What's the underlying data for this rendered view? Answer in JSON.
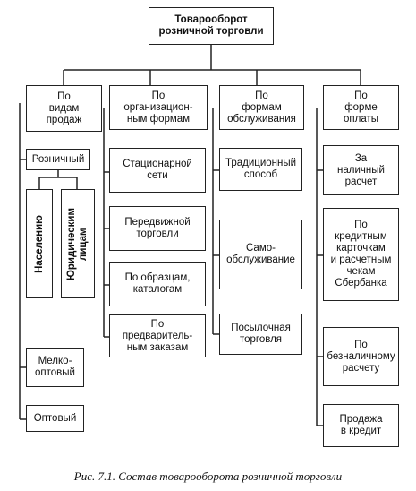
{
  "root": "Товарооборот\nрозничной торговли",
  "categories": [
    "По\nвидам\nпродаж",
    "По\nорганизацион-\nным формам",
    "По\nформам\nобслуживания",
    "По\nформе\nоплаты"
  ],
  "sales_types": {
    "retail": "Розничный",
    "population": "Населению",
    "legal_entities": "Юридическим\nлицам",
    "small_wholesale": "Мелко-\nоптовый",
    "wholesale": "Оптовый"
  },
  "org_forms": [
    "Стационарной\nсети",
    "Передвижной\nторговли",
    "По образцам,\nкаталогам",
    "По\nпредваритель-\nным заказам"
  ],
  "service_forms": [
    "Традиционный\nспособ",
    "Само-\nобслуживание",
    "Посылочная\nторговля"
  ],
  "payment_forms": [
    "За\nналичный\nрасчет",
    "По\nкредитным\nкарточкам\nи расчетным\nчекам\nСбербанка",
    "По\nбезналичному\nрасчету",
    "Продажа\nв кредит"
  ],
  "caption": "Рис. 7.1. Состав товарооборота розничной торговли"
}
